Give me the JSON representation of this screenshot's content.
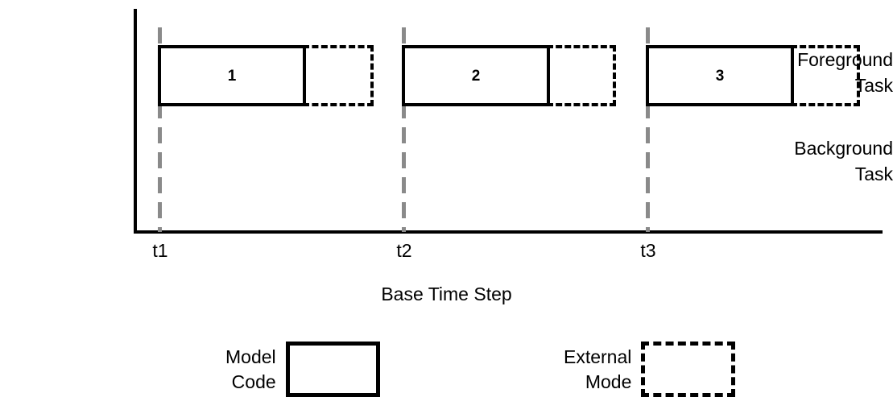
{
  "chart_data": {
    "type": "bar",
    "title": "",
    "xlabel": "Base Time Step",
    "ylabel": "",
    "grid": true,
    "legend_position": "bottom",
    "x_ticks": [
      "t1",
      "t2",
      "t3"
    ],
    "rows": [
      {
        "id": "foreground",
        "label_line1": "Foreground",
        "label_line2": "Task"
      },
      {
        "id": "background",
        "label_line1": "Background",
        "label_line2": "Task"
      }
    ],
    "bars": [
      {
        "row": "foreground",
        "tick": "t1",
        "number": "1",
        "model_code_width": 180,
        "external_mode_width": 88
      },
      {
        "row": "foreground",
        "tick": "t2",
        "number": "2",
        "model_code_width": 180,
        "external_mode_width": 85
      },
      {
        "row": "foreground",
        "tick": "t3",
        "number": "3",
        "model_code_width": 180,
        "external_mode_width": 85
      }
    ],
    "background_task_bars": [],
    "annotations": []
  },
  "axis": {
    "x_title": "Base Time Step",
    "ticks": [
      {
        "label": "t1"
      },
      {
        "label": "t2"
      },
      {
        "label": "t3"
      }
    ]
  },
  "rows": {
    "foreground": {
      "line1": "Foreground",
      "line2": "Task"
    },
    "background": {
      "line1": "Background",
      "line2": "Task"
    }
  },
  "bars": [
    {
      "number": "1"
    },
    {
      "number": "2"
    },
    {
      "number": "3"
    }
  ],
  "legend": {
    "items": [
      {
        "line1": "Model",
        "line2": "Code",
        "style": "solid"
      },
      {
        "line1": "External",
        "line2": "Mode",
        "style": "dashed"
      }
    ]
  },
  "colors": {
    "stroke": "#000000",
    "gridline": "#8a8a8a",
    "background": "#ffffff"
  }
}
